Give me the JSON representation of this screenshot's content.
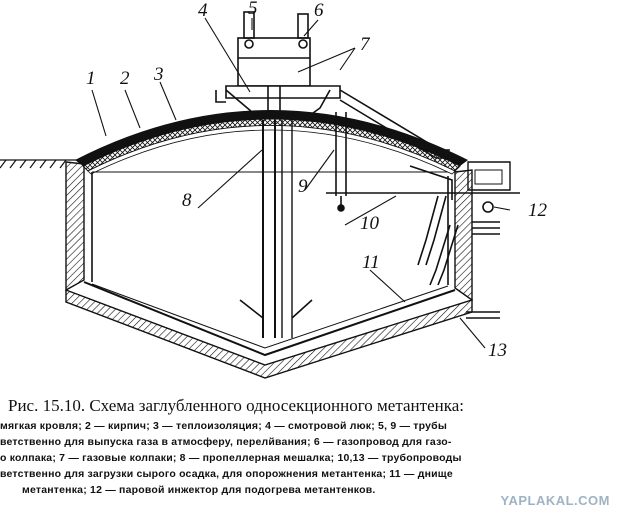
{
  "figure": {
    "labels": [
      "4",
      "5",
      "6",
      "7",
      "1",
      "2",
      "3",
      "9",
      "8",
      "10",
      "12",
      "11",
      "13"
    ],
    "caption_title": "Рис. 15.10. Схема заглубленного односекционного метантенка:",
    "caption_lines": [
      "мягкая кровля; 2 — кирпич; 3 — теплоизоляция; 4 — смотровой люк; 5, 9 — трубы",
      "ветственно для выпуска газа в атмосферу, перелйвания; 6 — газопровод для газо-",
      "о колпака; 7 — газовые колпаки; 8 — пропеллерная мешалка; 10,13 — трубопроводы",
      "ветственно для загрузки сырого осадка, для опорожнения метантенка; 11 — днище",
      "метантенка; 12 — паровой инжектор для подогрева метантенков."
    ],
    "watermark": "YAPLAKAL.COM"
  }
}
